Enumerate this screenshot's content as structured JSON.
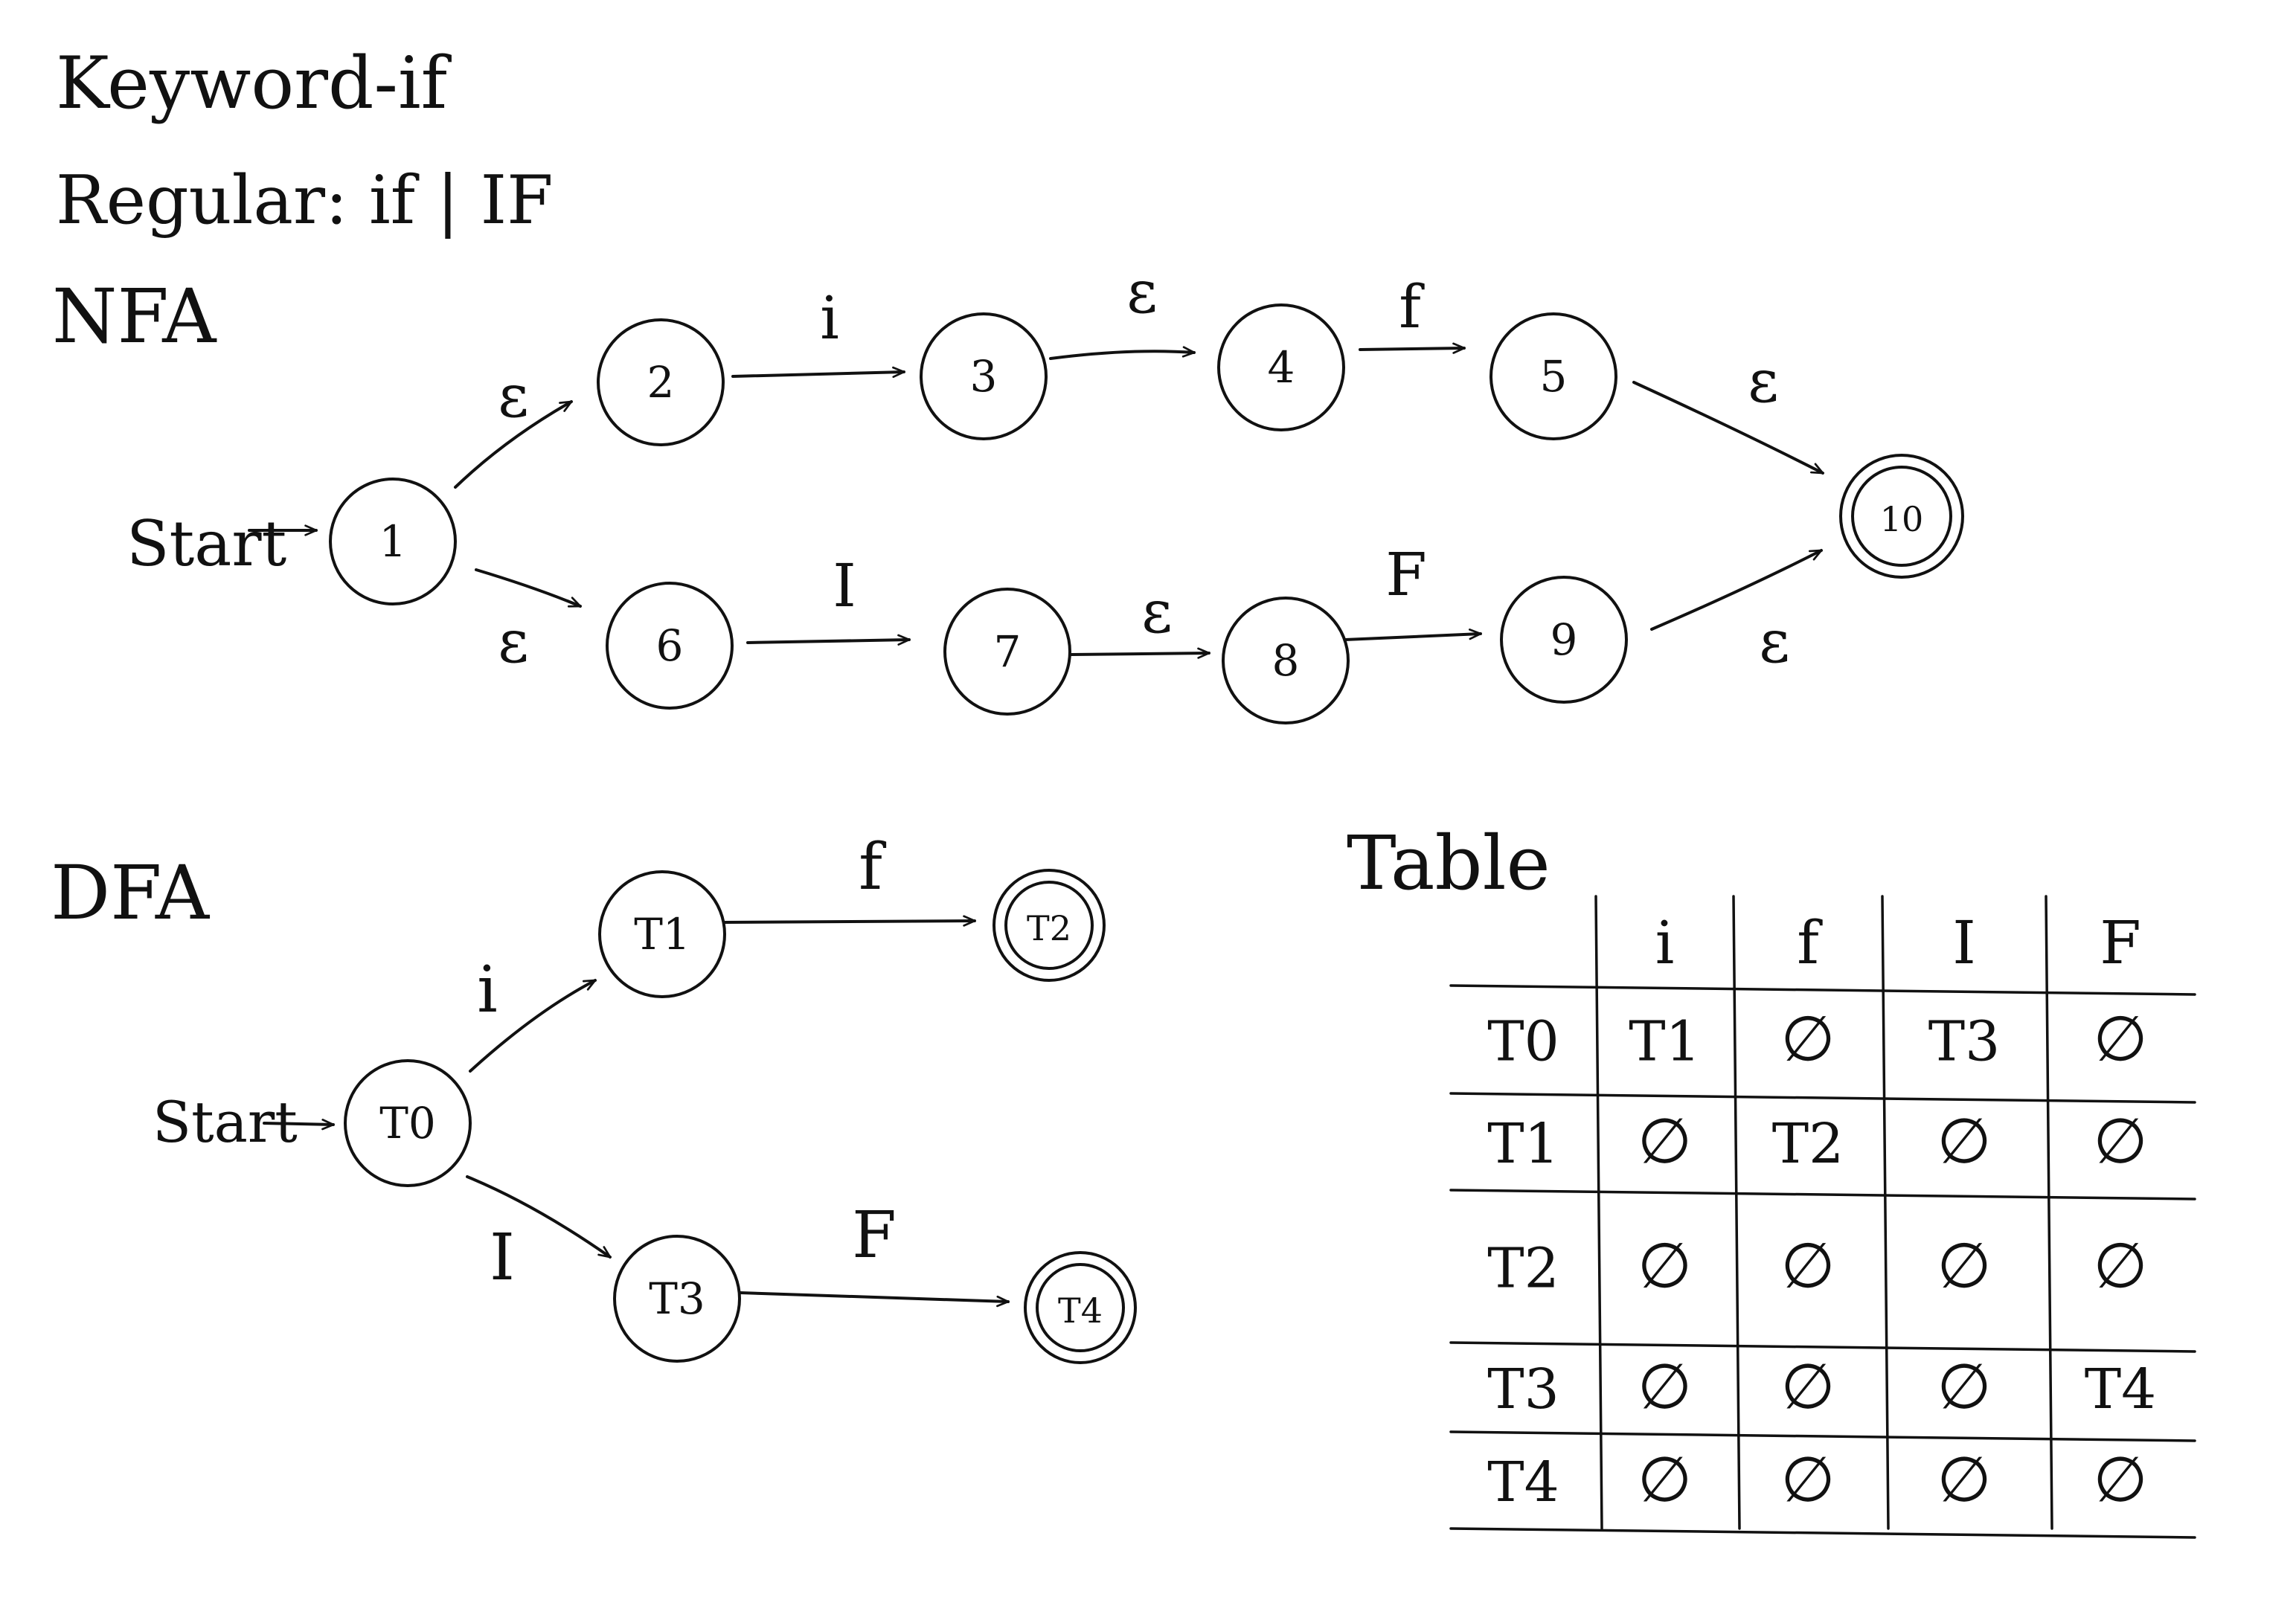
{
  "headings": {
    "keyword": "Keyword-if",
    "regular": "Regular: if | IF",
    "nfa": "NFA",
    "dfa": "DFA",
    "table": "Table"
  },
  "nfa": {
    "start_label": "Start",
    "states": [
      "1",
      "2",
      "3",
      "4",
      "5",
      "6",
      "7",
      "8",
      "9",
      "10"
    ],
    "accepting": [
      "10"
    ],
    "transitions": [
      {
        "from": "1",
        "to": "2",
        "label": "ε"
      },
      {
        "from": "2",
        "to": "3",
        "label": "i"
      },
      {
        "from": "3",
        "to": "4",
        "label": "ε"
      },
      {
        "from": "4",
        "to": "5",
        "label": "f"
      },
      {
        "from": "5",
        "to": "10",
        "label": "ε"
      },
      {
        "from": "1",
        "to": "6",
        "label": "ε"
      },
      {
        "from": "6",
        "to": "7",
        "label": "I"
      },
      {
        "from": "7",
        "to": "8",
        "label": "ε"
      },
      {
        "from": "8",
        "to": "9",
        "label": "F"
      },
      {
        "from": "9",
        "to": "10",
        "label": "ε"
      }
    ]
  },
  "dfa": {
    "start_label": "Start",
    "states": [
      "T0",
      "T1",
      "T2",
      "T3",
      "T4"
    ],
    "accepting": [
      "T2",
      "T4"
    ],
    "transitions": [
      {
        "from": "T0",
        "to": "T1",
        "label": "i"
      },
      {
        "from": "T1",
        "to": "T2",
        "label": "f"
      },
      {
        "from": "T0",
        "to": "T3",
        "label": "I"
      },
      {
        "from": "T3",
        "to": "T4",
        "label": "F"
      }
    ]
  },
  "table": {
    "columns": [
      "i",
      "f",
      "I",
      "F"
    ],
    "rows": [
      {
        "state": "T0",
        "cells": [
          "T1",
          "∅",
          "T3",
          "∅"
        ]
      },
      {
        "state": "T1",
        "cells": [
          "∅",
          "T2",
          "∅",
          "∅"
        ]
      },
      {
        "state": "T2",
        "cells": [
          "∅",
          "∅",
          "∅",
          "∅"
        ]
      },
      {
        "state": "T3",
        "cells": [
          "∅",
          "∅",
          "∅",
          "T4"
        ]
      },
      {
        "state": "T4",
        "cells": [
          "∅",
          "∅",
          "∅",
          "∅"
        ]
      }
    ]
  }
}
